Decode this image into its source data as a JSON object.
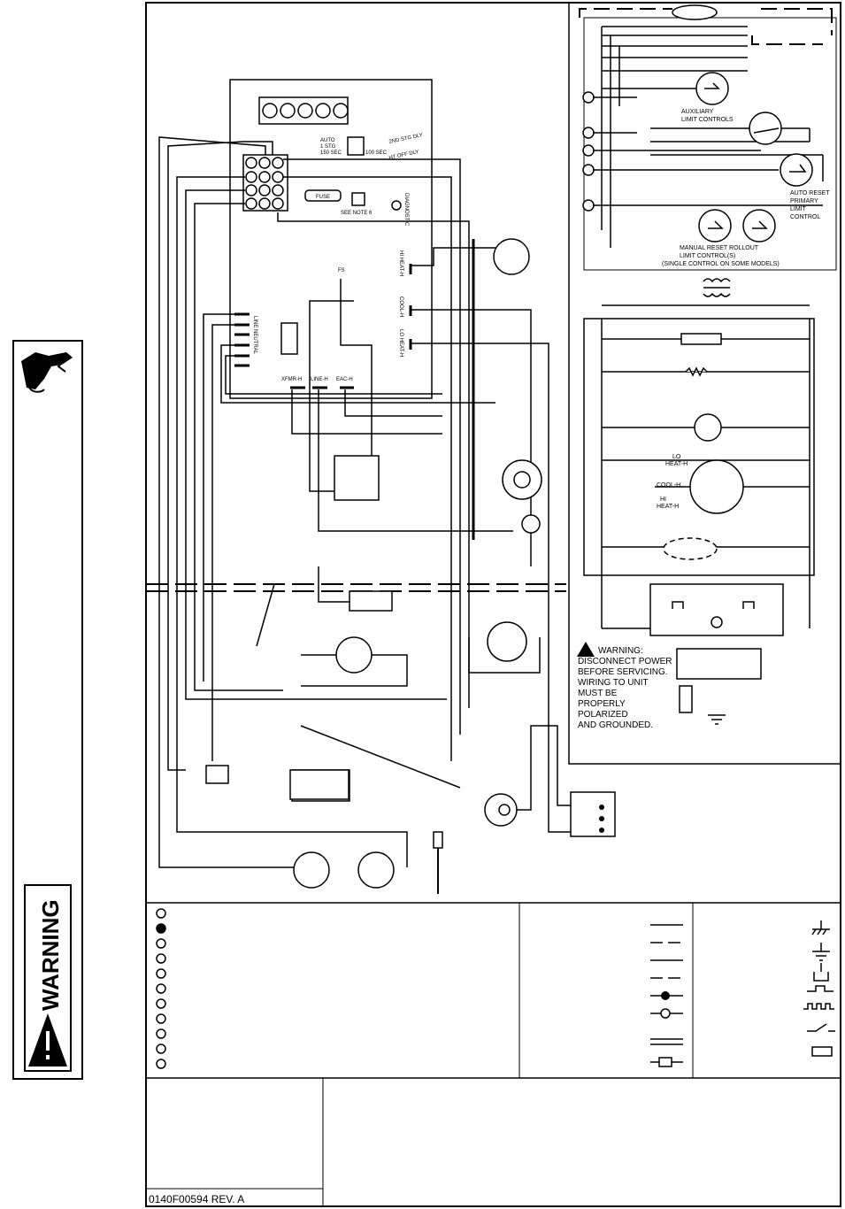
{
  "diagram": {
    "terminal_labels": [
      "AUTO",
      "1 STG",
      "150 SEC",
      "100 SEC",
      "2ND STG DLY",
      "HT OFF DLY"
    ],
    "fuse_label": "FUSE",
    "see_note": "SEE NOTE 6",
    "diagnostic": "DIAGNOSTIC",
    "board_taps": [
      "HI HEAT-H",
      "COOL-H",
      "LO HEAT-H"
    ],
    "fs": "FS",
    "line_neutral": "LINE NEUTRAL",
    "bottom_taps": [
      "XFMR-H",
      "LINE-H",
      "EAC-H"
    ],
    "aux_limit": [
      "AUXILIARY",
      "LIMIT CONTROLS"
    ],
    "auto_reset": [
      "AUTO RESET",
      "PRIMARY",
      "LIMIT",
      "CONTROL"
    ],
    "manual_reset": [
      "MANUAL RESET ROLLOUT",
      "LIMIT CONTROL(S)",
      "(SINGLE CONTROL ON SOME MODELS)"
    ],
    "motor_taps": [
      "LO",
      "HEAT-H",
      "COOL-H",
      "HI",
      "HEAT-H"
    ],
    "warning_box": [
      "WARNING:",
      "DISCONNECT POWER",
      "BEFORE SERVICING.",
      "WIRING TO UNIT",
      "MUST BE",
      "PROPERLY",
      "POLARIZED",
      "AND GROUNDED."
    ],
    "side_warning": "WARNING",
    "part_number": "0140F00594  REV. A"
  },
  "colors": {
    "ink": "#000000",
    "paper": "#ffffff"
  }
}
